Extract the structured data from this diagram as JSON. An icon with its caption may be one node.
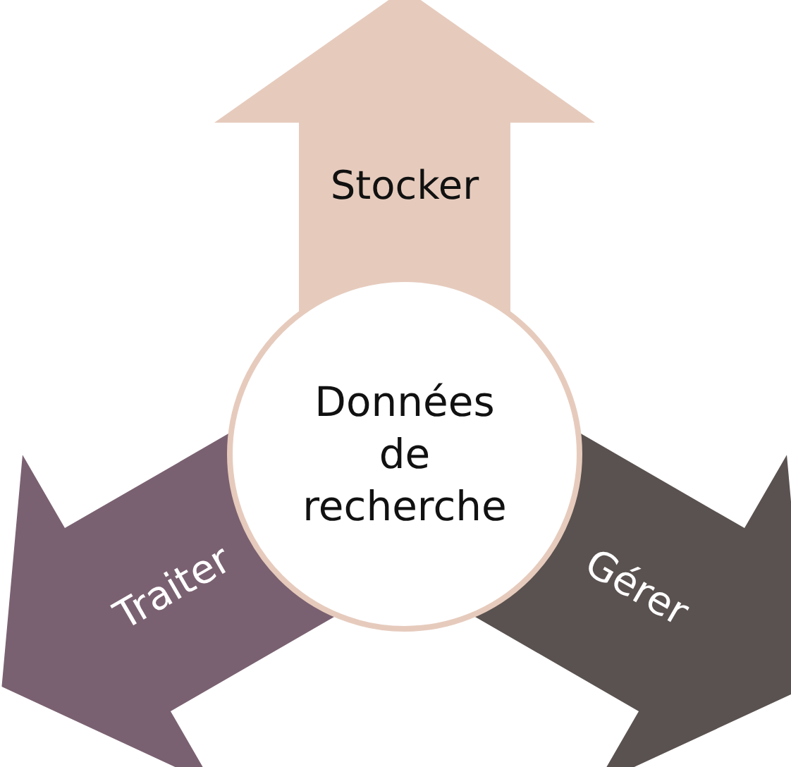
{
  "diagram": {
    "nodes": [
      {
        "text": [
          "Stocker"
        ]
      },
      {
        "text": [
          "Données de recherche"
        ]
      },
      {
        "text": [
          "Traiter"
        ]
      },
      {
        "text": [
          "Gérer"
        ]
      }
    ]
  }
}
